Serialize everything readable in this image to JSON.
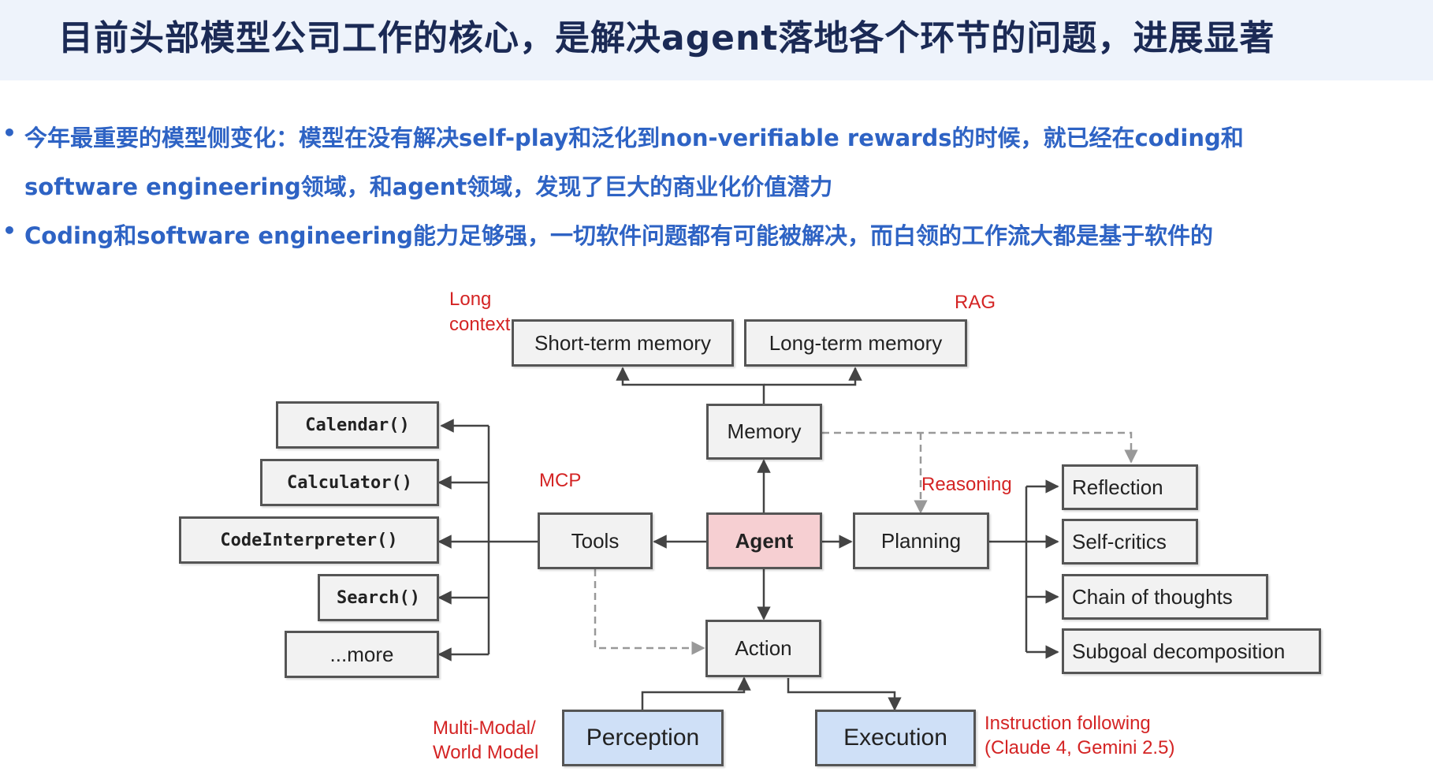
{
  "slide": {
    "title": "目前头部模型公司工作的核心，是解决agent落地各个环节的问题，进展显著",
    "bullets": [
      {
        "lines": [
          "今年最重要的模型侧变化：模型在没有解决self-play和泛化到non-verifiable rewards的时候，就已经在coding和",
          "software engineering领域，和agent领域，发现了巨大的商业化价值潜力"
        ]
      },
      {
        "lines": [
          "Coding和software engineering能力足够强，一切软件问题都有可能被解决，而白领的工作流大都是基于软件的"
        ]
      }
    ]
  },
  "diagram": {
    "boxes": {
      "short_term_memory": "Short-term memory",
      "long_term_memory": "Long-term memory",
      "memory": "Memory",
      "agent": "Agent",
      "tools": "Tools",
      "planning": "Planning",
      "action": "Action",
      "perception": "Perception",
      "execution": "Execution",
      "calendar": "Calendar()",
      "calculator": "Calculator()",
      "code_interpreter": "CodeInterpreter()",
      "search": "Search()",
      "more": "...more",
      "reflection": "Reflection",
      "self_critics": "Self-critics",
      "chain_of_thoughts": "Chain of thoughts",
      "subgoal_decomposition": "Subgoal decomposition"
    },
    "notes": {
      "long_context_1": "Long",
      "long_context_2": "context",
      "rag": "RAG",
      "mcp": "MCP",
      "reasoning": "Reasoning",
      "multi_modal_1": "Multi-Modal/",
      "multi_modal_2": "World Model",
      "instruction_1": "Instruction following",
      "instruction_2": "(Claude 4, Gemini 2.5)"
    },
    "colors": {
      "note_red": "#d42424",
      "agent_fill": "#f6cfd2",
      "io_fill": "#cfe0f7",
      "bullet_blue": "#2e63c4"
    }
  }
}
